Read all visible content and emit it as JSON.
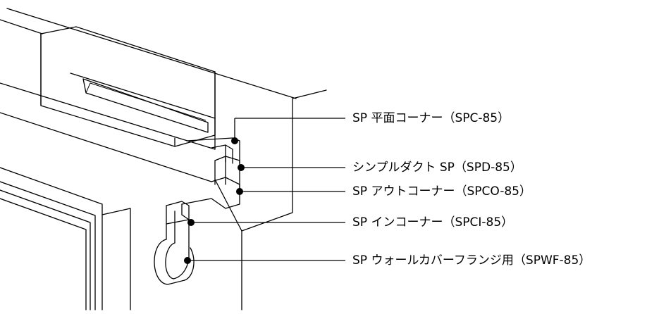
{
  "callouts": [
    {
      "id": "spc",
      "text": "SP 平面コーナー（SPC-85）"
    },
    {
      "id": "spd",
      "text": "シンプルダクト SP（SPD-85）"
    },
    {
      "id": "spco",
      "text": "SP アウトコーナー（SPCO-85）"
    },
    {
      "id": "spci",
      "text": "SP インコーナー（SPCI-85）"
    },
    {
      "id": "spwf",
      "text": "SP ウォールカバーフランジ用（SPWF-85）"
    }
  ]
}
